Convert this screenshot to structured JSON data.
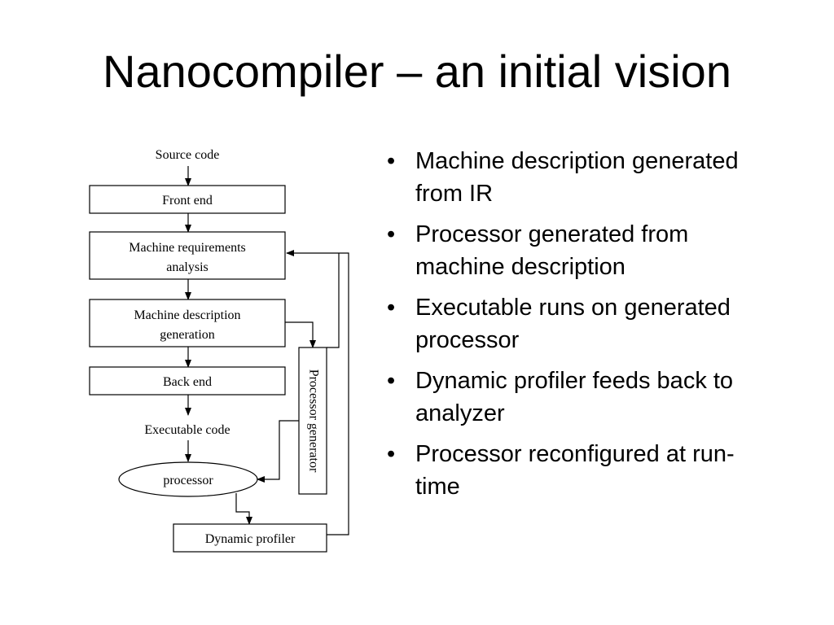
{
  "title": "Nanocompiler – an initial vision",
  "diagram": {
    "nodes": {
      "source_code": "Source code",
      "front_end": "Front end",
      "machine_requirements": [
        "Machine requirements",
        "analysis"
      ],
      "machine_description": [
        "Machine description",
        "generation"
      ],
      "back_end": "Back end",
      "executable_code": "Executable code",
      "processor": "processor",
      "dynamic_profiler": "Dynamic profiler",
      "processor_generator": "Processor generator"
    }
  },
  "bullets": [
    "Machine description generated from IR",
    "Processor generated from machine description",
    "Executable runs on generated processor",
    "Dynamic profiler feeds back to analyzer",
    "Processor reconfigured at run-time"
  ]
}
